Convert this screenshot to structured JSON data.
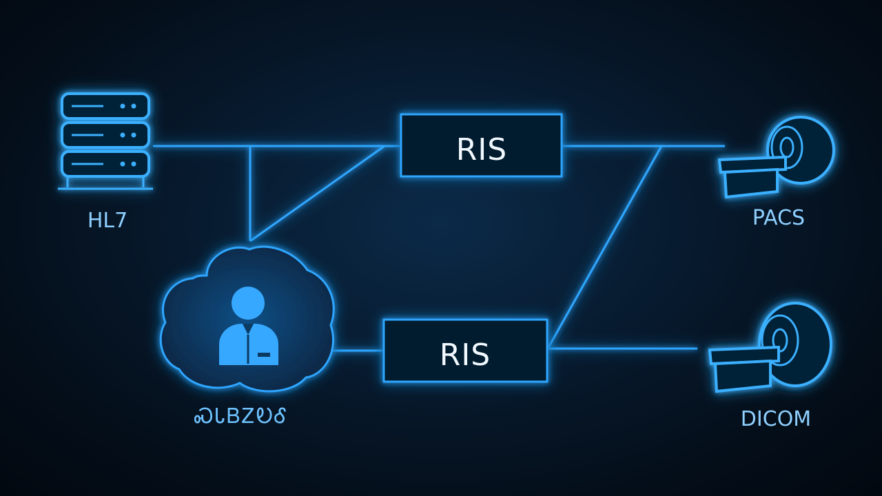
{
  "diagram": {
    "boxes": [
      {
        "id": "ris-top",
        "label": "RIS"
      },
      {
        "id": "ris-bottom",
        "label": "RIS"
      }
    ],
    "nodes": {
      "hl7": {
        "label": "HL7",
        "icon": "server-icon"
      },
      "pacs": {
        "label": "PACS",
        "icon": "mri-scanner-icon"
      },
      "dicom": {
        "label": "DICOM",
        "icon": "mri-scanner-icon"
      },
      "user": {
        "label": "ᏍᏓᏴᏃᎧᎴ",
        "icon": "doctor-cloud-icon"
      }
    },
    "colors": {
      "background": "#04101c",
      "line": "#2ea6ff",
      "text": "#f2f8ff",
      "label": "#8fd0ff"
    }
  }
}
